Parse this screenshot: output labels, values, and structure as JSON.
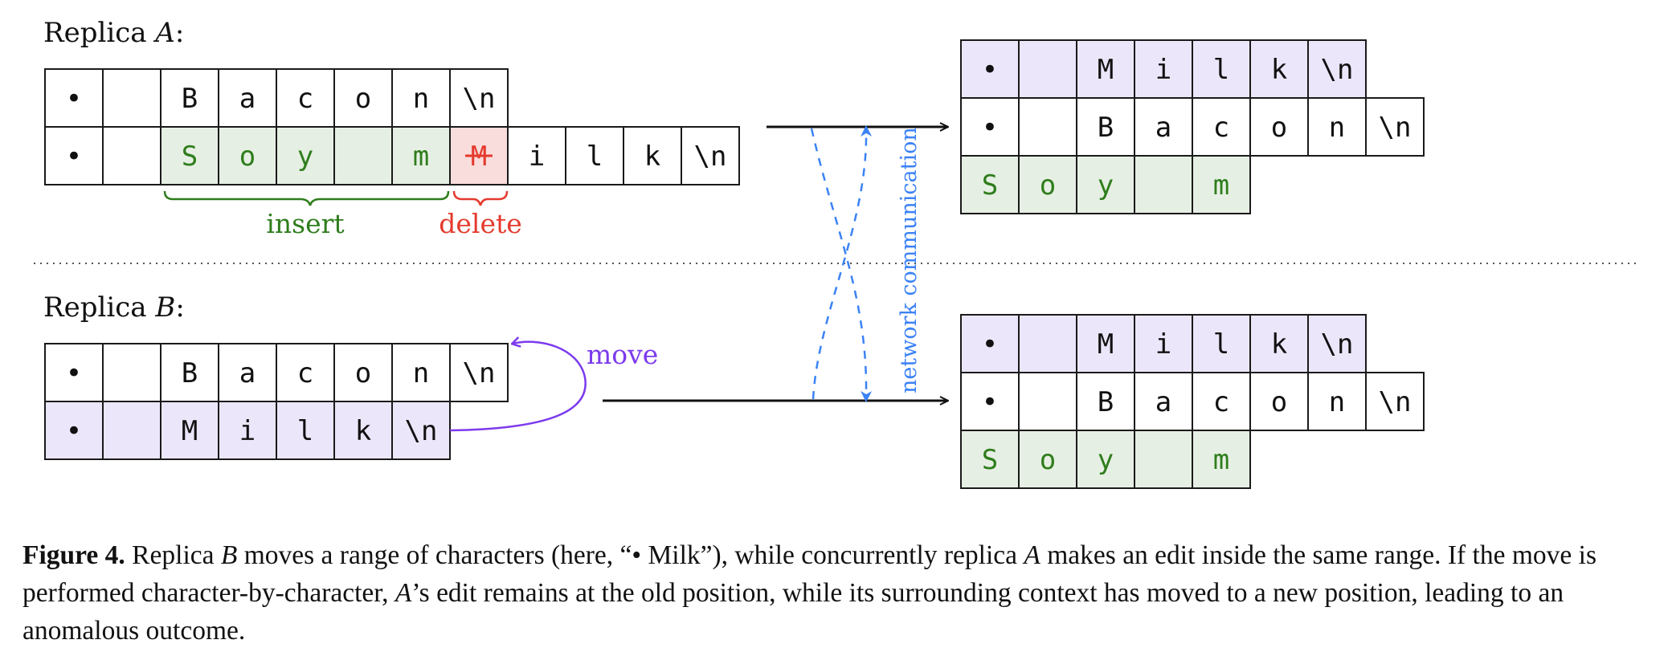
{
  "replica_a": {
    "title_prefix": "Replica ",
    "title_var": "A",
    "title_suffix": ":",
    "rows": [
      [
        {
          "t": "•",
          "bg": "plain"
        },
        {
          "t": "",
          "bg": "plain"
        },
        {
          "t": "B",
          "bg": "plain"
        },
        {
          "t": "a",
          "bg": "plain"
        },
        {
          "t": "c",
          "bg": "plain"
        },
        {
          "t": "o",
          "bg": "plain"
        },
        {
          "t": "n",
          "bg": "plain"
        },
        {
          "t": "\\n",
          "bg": "plain"
        }
      ],
      [
        {
          "t": "•",
          "bg": "plain"
        },
        {
          "t": "",
          "bg": "plain"
        },
        {
          "t": "S",
          "bg": "insert"
        },
        {
          "t": "o",
          "bg": "insert"
        },
        {
          "t": "y",
          "bg": "insert"
        },
        {
          "t": "",
          "bg": "insert"
        },
        {
          "t": "m",
          "bg": "insert"
        },
        {
          "t": "M",
          "bg": "delete"
        },
        {
          "t": "i",
          "bg": "plain"
        },
        {
          "t": "l",
          "bg": "plain"
        },
        {
          "t": "k",
          "bg": "plain"
        },
        {
          "t": "\\n",
          "bg": "plain"
        }
      ]
    ],
    "insert_label": "insert",
    "delete_label": "delete"
  },
  "replica_b": {
    "title_prefix": "Replica ",
    "title_var": "B",
    "title_suffix": ":",
    "rows": [
      [
        {
          "t": "•",
          "bg": "plain"
        },
        {
          "t": "",
          "bg": "plain"
        },
        {
          "t": "B",
          "bg": "plain"
        },
        {
          "t": "a",
          "bg": "plain"
        },
        {
          "t": "c",
          "bg": "plain"
        },
        {
          "t": "o",
          "bg": "plain"
        },
        {
          "t": "n",
          "bg": "plain"
        },
        {
          "t": "\\n",
          "bg": "plain"
        }
      ],
      [
        {
          "t": "•",
          "bg": "move"
        },
        {
          "t": "",
          "bg": "move"
        },
        {
          "t": "M",
          "bg": "move"
        },
        {
          "t": "i",
          "bg": "move"
        },
        {
          "t": "l",
          "bg": "move"
        },
        {
          "t": "k",
          "bg": "move"
        },
        {
          "t": "\\n",
          "bg": "move"
        }
      ]
    ],
    "move_label": "move"
  },
  "result": {
    "rows": [
      [
        {
          "t": "•",
          "bg": "move"
        },
        {
          "t": "",
          "bg": "move"
        },
        {
          "t": "M",
          "bg": "move"
        },
        {
          "t": "i",
          "bg": "move"
        },
        {
          "t": "l",
          "bg": "move"
        },
        {
          "t": "k",
          "bg": "move"
        },
        {
          "t": "\\n",
          "bg": "move"
        }
      ],
      [
        {
          "t": "•",
          "bg": "plain"
        },
        {
          "t": "",
          "bg": "plain"
        },
        {
          "t": "B",
          "bg": "plain"
        },
        {
          "t": "a",
          "bg": "plain"
        },
        {
          "t": "c",
          "bg": "plain"
        },
        {
          "t": "o",
          "bg": "plain"
        },
        {
          "t": "n",
          "bg": "plain"
        },
        {
          "t": "\\n",
          "bg": "plain"
        }
      ],
      [
        {
          "t": "S",
          "bg": "insert"
        },
        {
          "t": "o",
          "bg": "insert"
        },
        {
          "t": "y",
          "bg": "insert"
        },
        {
          "t": "",
          "bg": "insert"
        },
        {
          "t": "m",
          "bg": "insert"
        }
      ]
    ]
  },
  "network_label": "network communication",
  "colors": {
    "plain_fill": "#ffffff",
    "insert_fill": "#e6efe3",
    "insert_text": "#2e7d1c",
    "delete_fill": "#f9dddc",
    "delete_text": "#e53a2e",
    "move_fill": "#ece6fa",
    "move_stroke": "#7c3aed",
    "network": "#3b82f6",
    "text": "#111111"
  },
  "caption": {
    "fig_num": "Figure 4.",
    "p1": " Replica ",
    "v1": "B",
    "p2": " moves a range of characters (here, “• Milk”), while concurrently replica ",
    "v2": "A",
    "p3": " makes an edit inside the same range. If the move is performed character-by-character, ",
    "v3": "A",
    "p4": "’s edit remains at the old position, while its surrounding context has moved to a new position, leading to an anomalous outcome."
  }
}
